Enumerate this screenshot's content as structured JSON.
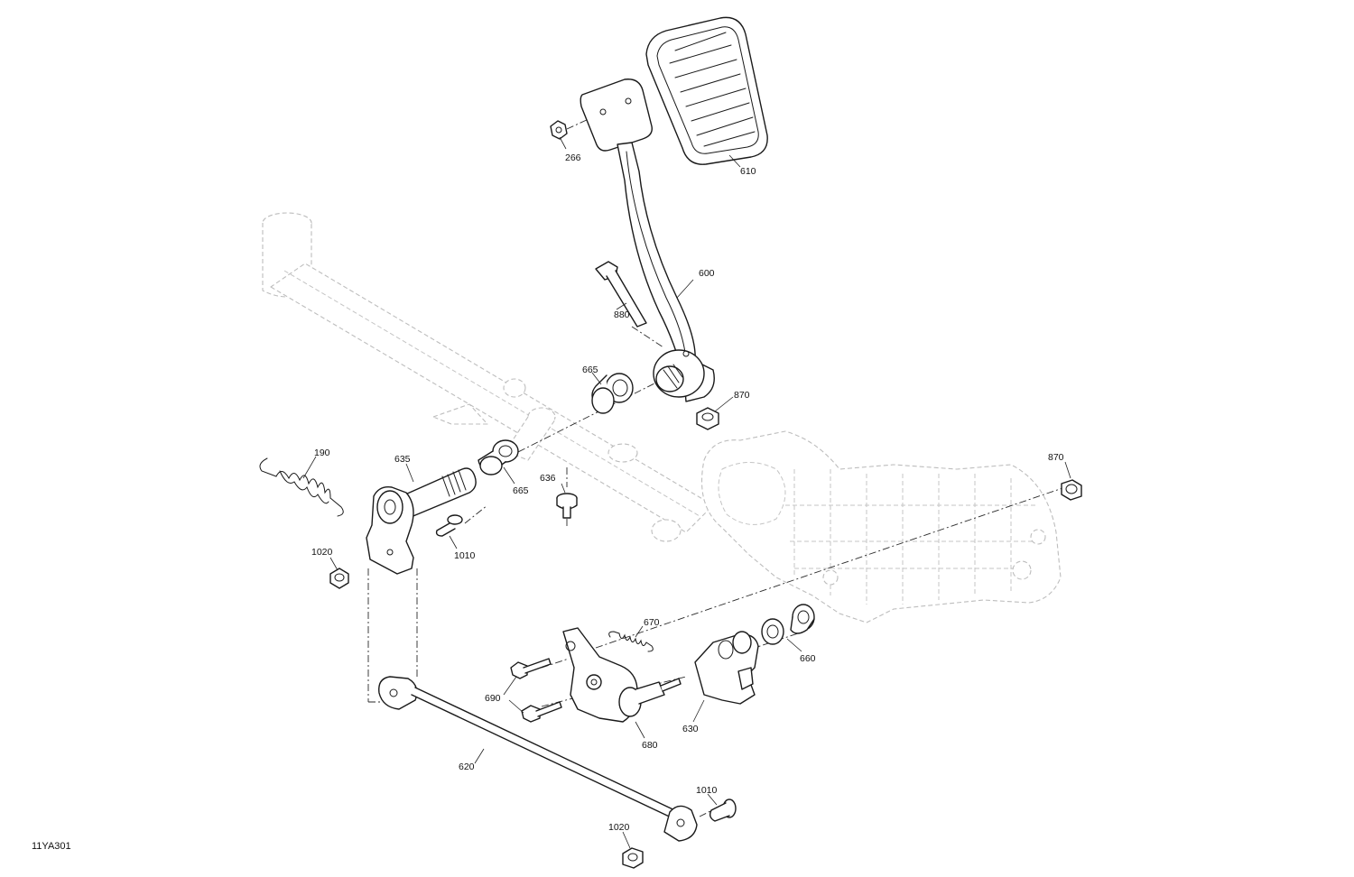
{
  "figure_ref": "11YA301",
  "callouts": {
    "c266": "266",
    "c610": "610",
    "c600": "600",
    "c880": "880",
    "c665a": "665",
    "c870a": "870",
    "c190": "190",
    "c635": "635",
    "c665b": "665",
    "c636": "636",
    "c870b": "870",
    "c1010a": "1010",
    "c1020a": "1020",
    "c670": "670",
    "c660": "660",
    "c690": "690",
    "c630": "630",
    "c680": "680",
    "c620": "620",
    "c1010b": "1010",
    "c1020b": "1020"
  }
}
